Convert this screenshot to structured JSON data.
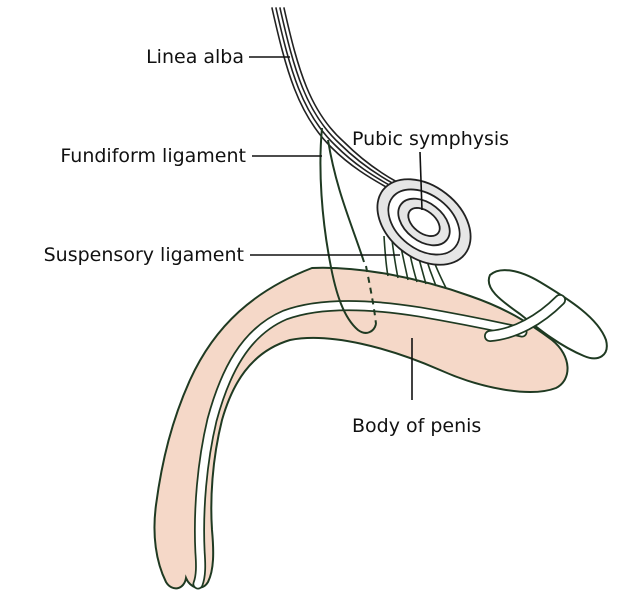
{
  "labels": {
    "linea_alba": "Linea alba",
    "fundiform_ligament": "Fundiform ligament",
    "suspensory_ligament": "Suspensory ligament",
    "pubic_symphysis": "Pubic symphysis",
    "body_of_penis": "Body of penis"
  },
  "colors": {
    "outline": "#1f3a22",
    "tissue_fill": "#f5d8c8",
    "symphysis_fill": "#e6e6e6",
    "leader_line": "#111111",
    "background": "#ffffff"
  }
}
